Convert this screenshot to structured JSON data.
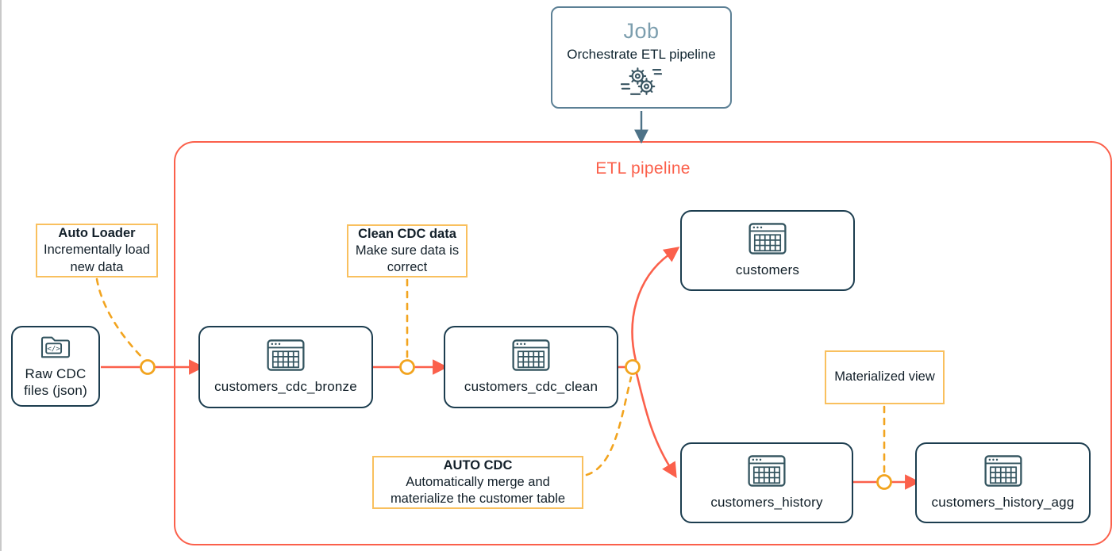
{
  "job": {
    "title": "Job",
    "subtitle": "Orchestrate ETL pipeline",
    "icon": "gears-icon"
  },
  "pipeline": {
    "title": "ETL pipeline"
  },
  "nodes": [
    {
      "id": "raw_cdc_files",
      "label": "Raw CDC files (json)",
      "icon": "folder-code-icon"
    },
    {
      "id": "customers_cdc_bronze",
      "label": "customers_cdc_bronze",
      "icon": "table-icon"
    },
    {
      "id": "customers_cdc_clean",
      "label": "customers_cdc_clean",
      "icon": "table-icon"
    },
    {
      "id": "customers",
      "label": "customers",
      "icon": "table-icon"
    },
    {
      "id": "customers_history",
      "label": "customers_history",
      "icon": "table-icon"
    },
    {
      "id": "customers_history_agg",
      "label": "customers_history_agg",
      "icon": "table-icon"
    }
  ],
  "annotations": [
    {
      "id": "auto_loader",
      "title": "Auto Loader",
      "body": "Incrementally load new data"
    },
    {
      "id": "clean_cdc",
      "title": "Clean CDC data",
      "body": "Make sure data is correct"
    },
    {
      "id": "auto_cdc",
      "title": "AUTO CDC",
      "body": "Automatically merge and materialize the customer table"
    },
    {
      "id": "materialized_view",
      "title": "",
      "body": "Materialized view"
    }
  ],
  "colors": {
    "pipeline_red": "#FB604B",
    "annotation_border": "#F9C05E",
    "dashed_orange": "#F2A41F",
    "node_border": "#1C3D4F",
    "job_border": "#5C8095",
    "job_title": "#7C9EAE",
    "text_dark": "#102530"
  }
}
